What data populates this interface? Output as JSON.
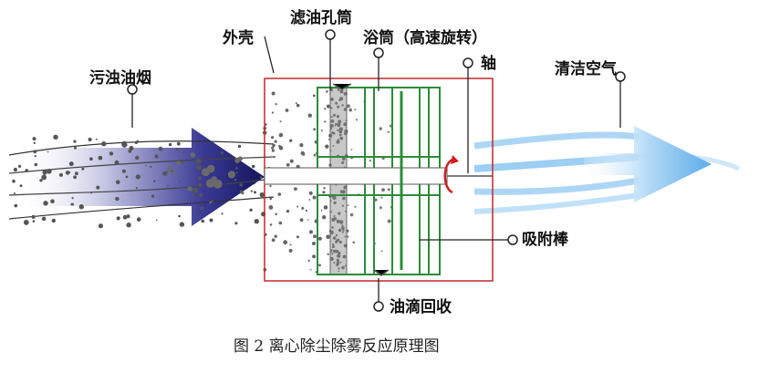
{
  "labels": {
    "dirty_smoke": "污浊油烟",
    "outer_shell": "外壳",
    "filter_cylinder": "滤油孔筒",
    "bath_cylinder": "浴筒（高速旋转）",
    "shaft": "轴",
    "clean_air": "清洁空气",
    "adsorption_rod": "吸附棒",
    "oil_recovery": "油滴回收"
  },
  "caption": "图 2  离心除尘除雾反应原理图",
  "colors": {
    "shell_border": "#c0282c",
    "cylinder_green": "#2e8b3a",
    "inlet_arrow": "#1f1f7a",
    "outlet_arrow": "#5aaee8",
    "rotation_arrow": "#d11f1f"
  }
}
